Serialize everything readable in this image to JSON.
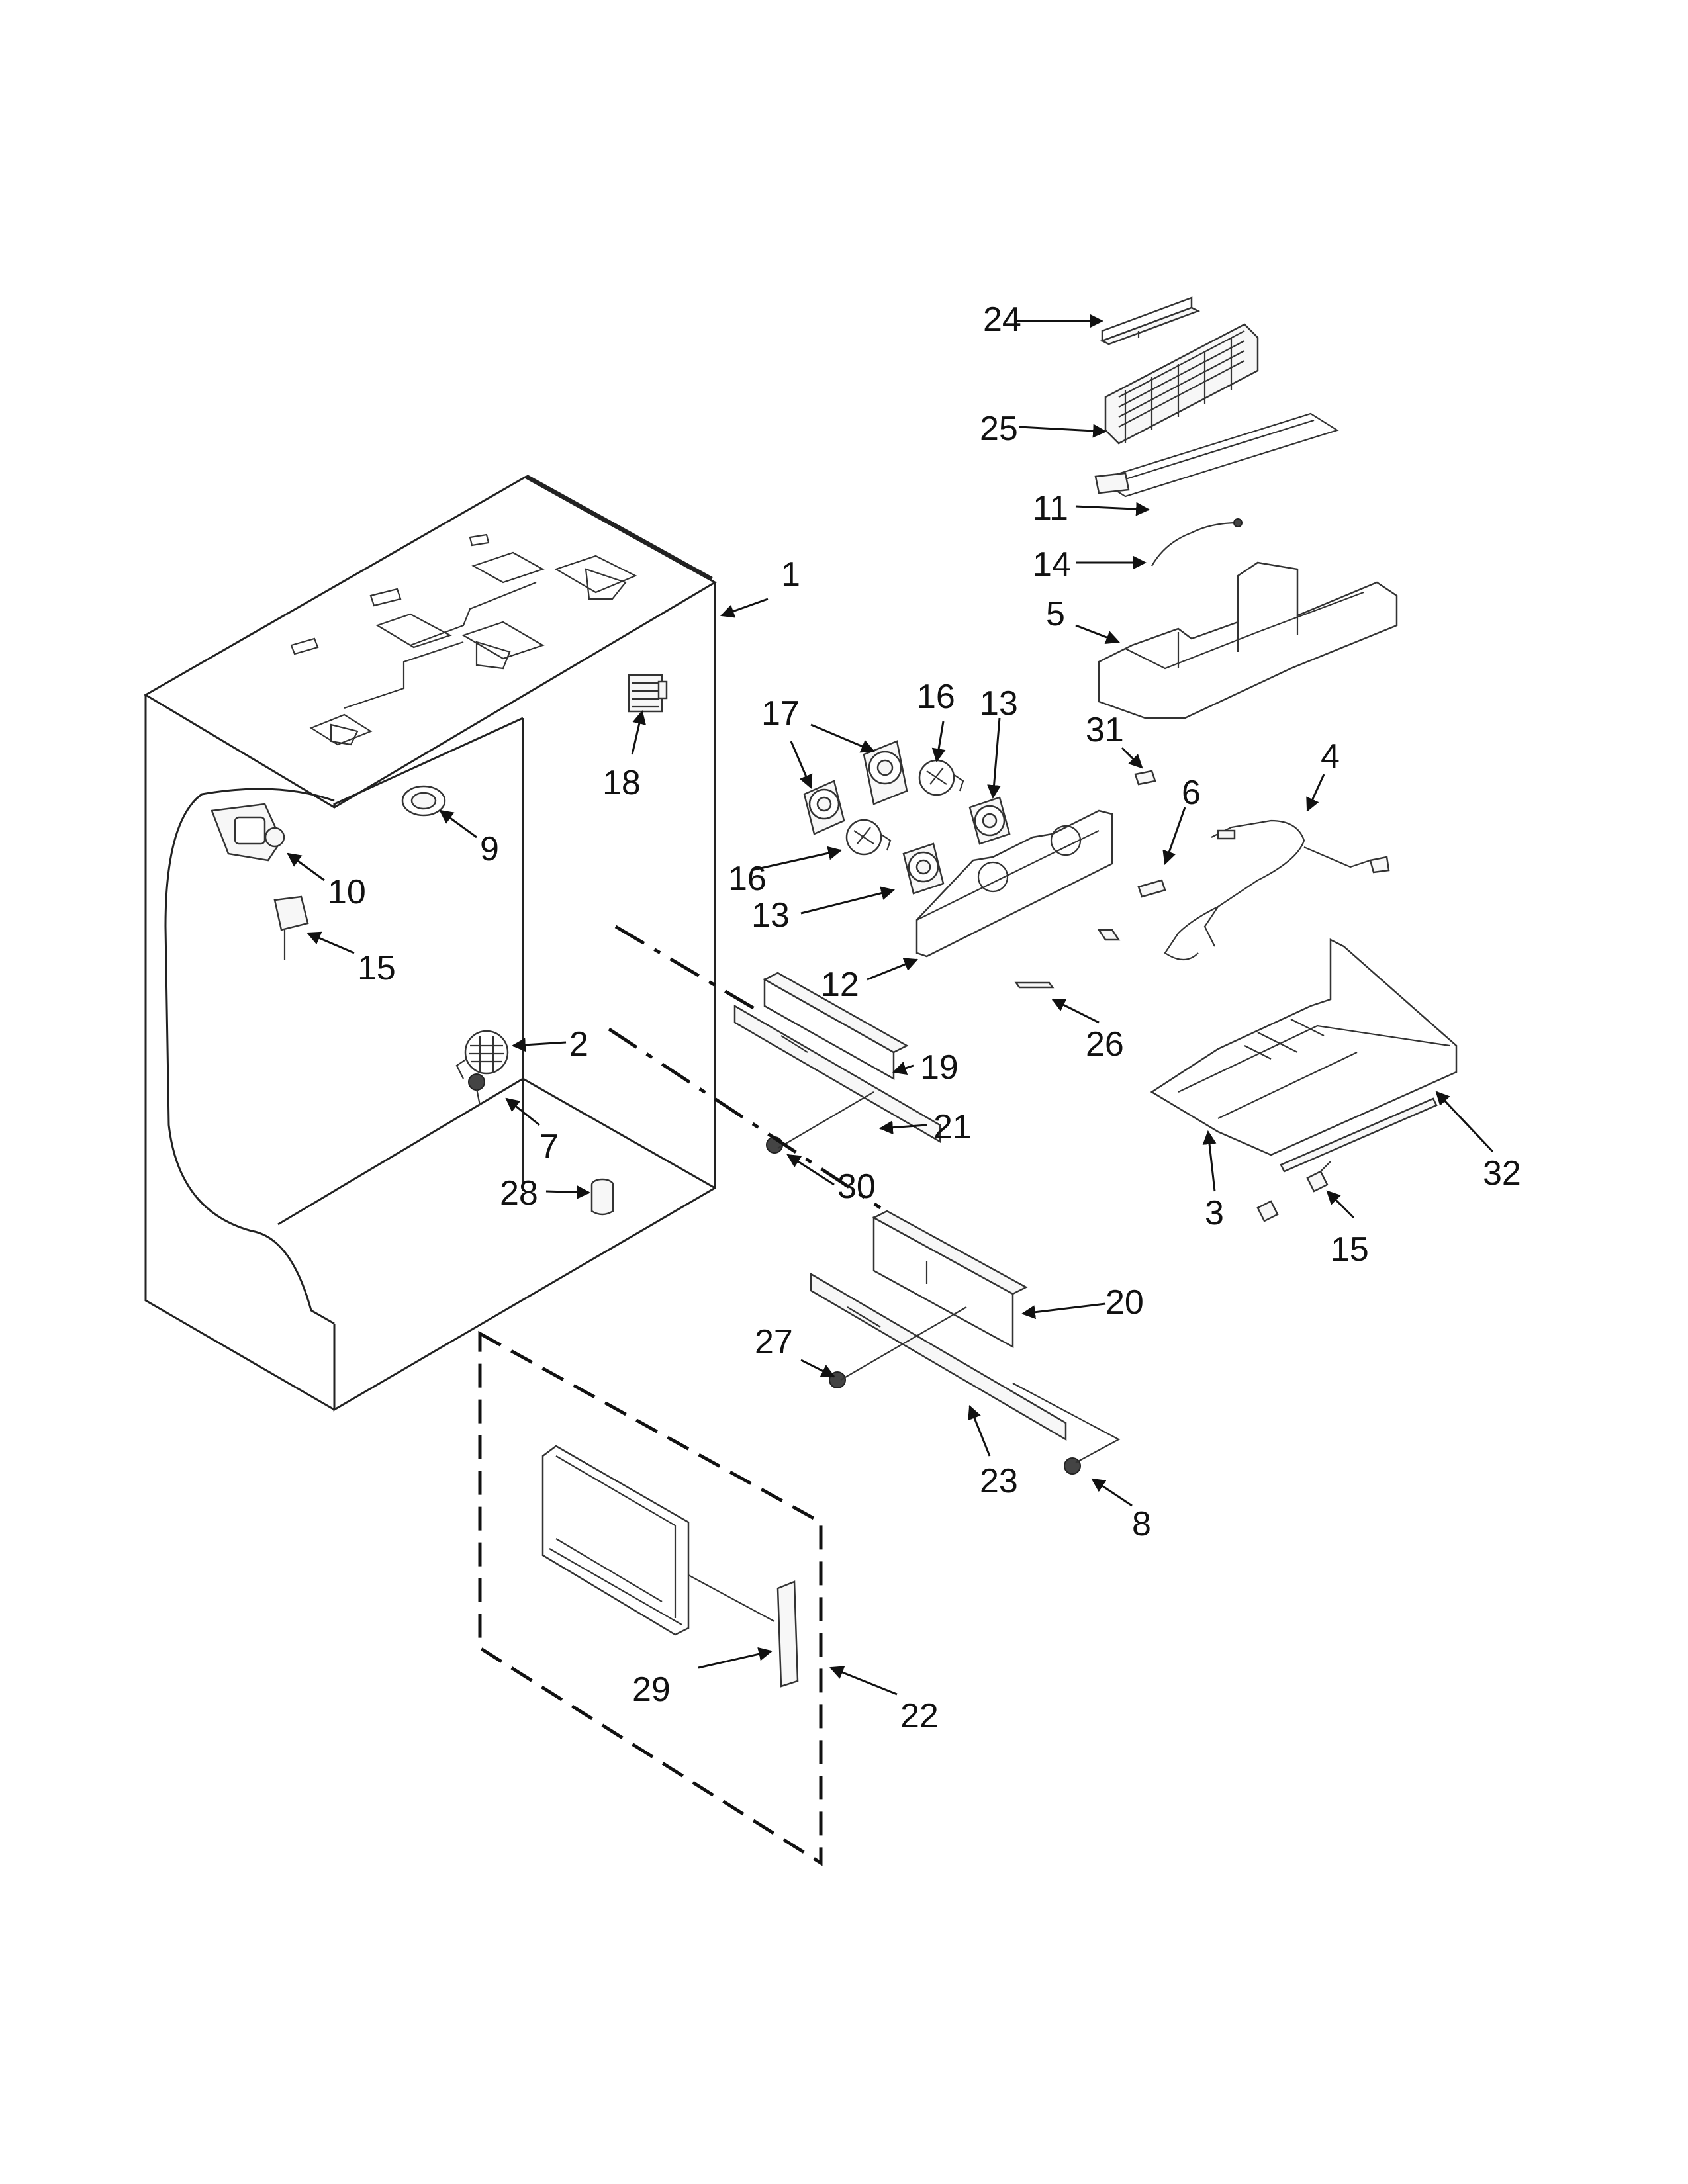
{
  "labels": [
    {
      "id": "1",
      "text": "1"
    },
    {
      "id": "2",
      "text": "2"
    },
    {
      "id": "3",
      "text": "3"
    },
    {
      "id": "4",
      "text": "4"
    },
    {
      "id": "5",
      "text": "5"
    },
    {
      "id": "6",
      "text": "6"
    },
    {
      "id": "7",
      "text": "7"
    },
    {
      "id": "8",
      "text": "8"
    },
    {
      "id": "9",
      "text": "9"
    },
    {
      "id": "10",
      "text": "10"
    },
    {
      "id": "11",
      "text": "11"
    },
    {
      "id": "12",
      "text": "12"
    },
    {
      "id": "13a",
      "text": "13"
    },
    {
      "id": "13b",
      "text": "13"
    },
    {
      "id": "14",
      "text": "14"
    },
    {
      "id": "15a",
      "text": "15"
    },
    {
      "id": "15b",
      "text": "15"
    },
    {
      "id": "16a",
      "text": "16"
    },
    {
      "id": "16b",
      "text": "16"
    },
    {
      "id": "17",
      "text": "17"
    },
    {
      "id": "18",
      "text": "18"
    },
    {
      "id": "19",
      "text": "19"
    },
    {
      "id": "20",
      "text": "20"
    },
    {
      "id": "21",
      "text": "21"
    },
    {
      "id": "22",
      "text": "22"
    },
    {
      "id": "23",
      "text": "23"
    },
    {
      "id": "24",
      "text": "24"
    },
    {
      "id": "25",
      "text": "25"
    },
    {
      "id": "26",
      "text": "26"
    },
    {
      "id": "27",
      "text": "27"
    },
    {
      "id": "28",
      "text": "28"
    },
    {
      "id": "29",
      "text": "29"
    },
    {
      "id": "30",
      "text": "30"
    },
    {
      "id": "31",
      "text": "31"
    },
    {
      "id": "32",
      "text": "32"
    }
  ]
}
